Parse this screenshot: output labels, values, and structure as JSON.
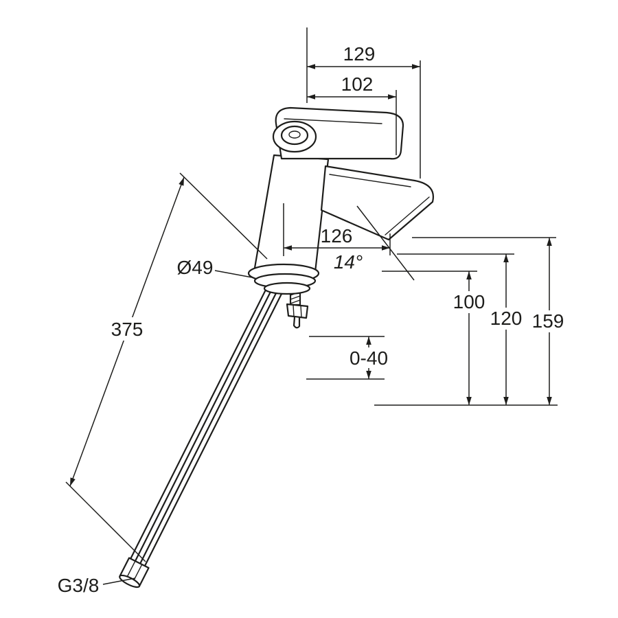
{
  "drawing": {
    "subject": "Single-lever basin mixer faucet - dimensional technical drawing",
    "background_color": "#ffffff",
    "line_color": "#1d1d1b"
  },
  "dimensions": {
    "top_projection": "129",
    "handle_projection": "102",
    "spout_reach": "126",
    "spout_angle": "14°",
    "base_diameter": "Ø49",
    "aerator_height": "100",
    "spout_height": "120",
    "overall_height": "159",
    "deck_thickness_range": "0-40",
    "hose_length": "375",
    "connection_thread": "G3/8"
  }
}
